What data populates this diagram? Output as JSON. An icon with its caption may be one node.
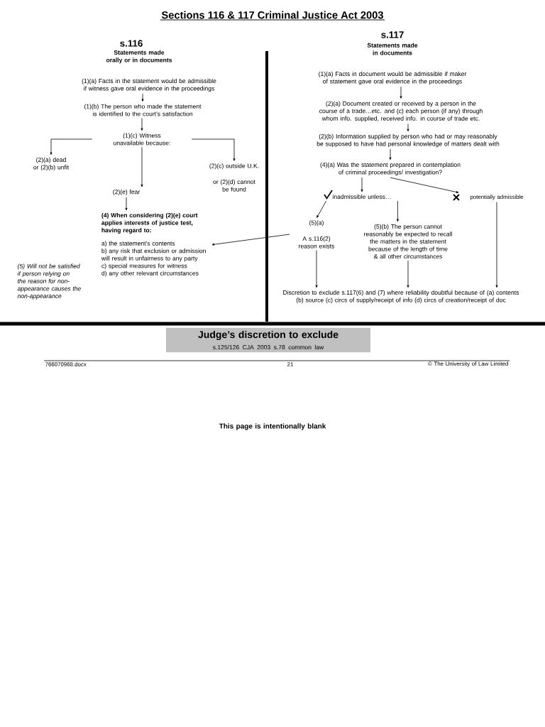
{
  "diagram": {
    "title": "Sections 116 & 117 Criminal Justice Act 2003",
    "nodes": [
      {
        "text": [
          "(1)(a) Facts in the statement would be admissible if witness gave oral evidence in the proceedings"
        ]
      },
      {
        "text": [
          "(1)(b) The person who made the statement is identified to the court’s satisfaction"
        ]
      },
      {
        "text": [
          "(1)(c) Witness unavailable because:"
        ]
      },
      {
        "text": [
          "(2)(a) dead or (2)(b) unfit"
        ]
      },
      {
        "text": [
          "(2)(c) outside U.K.",
          "or (2)(d) cannot be found"
        ]
      },
      {
        "text": [
          "(2)(e) fear"
        ]
      },
      {
        "text": [
          "(4) When considering (2)(e) court applies interests of justice test, having regard to:",
          "a) the statement’s contents",
          "b) any risk that exclusion or admission will result in unfairness to any party",
          "c) special measures for witness",
          "d) any other relevant circumstances"
        ]
      },
      {
        "text": [
          "(1)(a) Facts in document would be admissible if maker of statement gave oral evidence in the proceedings"
        ]
      },
      {
        "text": [
          "(2)(a) Document created or received by a person in the course of a trade…etc. and (c) each person (if any) through whom info. supplied, received info. in course of trade etc."
        ]
      },
      {
        "text": [
          "(2)(b) Information supplied by person who had or may reasonably be supposed to have had personal knowledge of matters dealt with"
        ]
      },
      {
        "text": [
          "(4)(a) Was the statement prepared in contemplation of criminal proceedings/ investigation?"
        ]
      },
      {
        "text": [
          "inadmissible unless…"
        ]
      },
      {
        "text": [
          "potentially admissible"
        ]
      },
      {
        "text": [
          "(5)(a)",
          "A s.116(2) reason exists"
        ]
      },
      {
        "text": [
          "(5)(b) The person cannot reasonably be expected to recall the matters in the statement because of the length of time & all other circumstances"
        ]
      },
      {
        "text": [
          "Discretion to exclude s.117(6) and (7) where reliability doubtful because of (a) contents (b) source (c) circs of supply/receipt of info (d) circs of creation/receipt of doc"
        ]
      },
      {
        "text": [
          "Judge’s discretion to exclude",
          "s.125/126 CJA 2003 s.78 common law"
        ]
      }
    ],
    "edges": [
      {
        "from": 0,
        "to": 1,
        "arrow": "to"
      },
      {
        "from": 1,
        "to": 2,
        "arrow": "to"
      },
      {
        "from": 2,
        "to": 3,
        "arrow": "to"
      },
      {
        "from": 2,
        "to": 4,
        "arrow": "to"
      },
      {
        "from": 2,
        "to": 5,
        "arrow": "to"
      },
      {
        "from": 5,
        "to": 6,
        "arrow": "to"
      },
      {
        "from": 7,
        "to": 8,
        "arrow": "to"
      },
      {
        "from": 8,
        "to": 9,
        "arrow": "to"
      },
      {
        "from": 9,
        "to": 10,
        "arrow": "to"
      },
      {
        "from": 10,
        "to": 11,
        "arrow": "to"
      },
      {
        "from": 10,
        "to": 12,
        "arrow": "to"
      },
      {
        "from": 11,
        "to": 13,
        "arrow": "to"
      },
      {
        "from": 11,
        "to": 14,
        "arrow": "to"
      },
      {
        "from": 13,
        "to": 15,
        "arrow": "to"
      },
      {
        "from": 14,
        "to": 15,
        "arrow": "to"
      },
      {
        "from": 12,
        "to": 15,
        "arrow": "to"
      },
      {
        "from": 13,
        "to": 6,
        "arrow": "to"
      }
    ],
    "labels": [
      "s.116",
      "Statements made orally or in documents",
      "s.117",
      "Statements made in documents",
      "(5) Will not be satisfied if person relying on the reason for non-appearance causes the non-appearance",
      "766070968.docx",
      "21",
      "© The University of Law Limited",
      "This page is intentionally blank"
    ]
  }
}
